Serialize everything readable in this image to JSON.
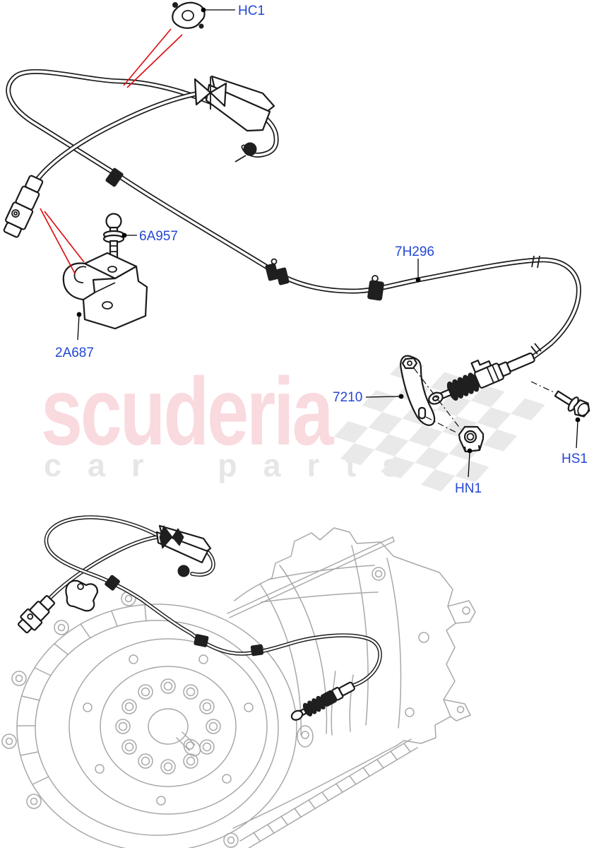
{
  "watermark": {
    "brand": "scuderia",
    "tagline": "car parts",
    "brand_color": "#f9dade",
    "tagline_color": "#e6e6e6",
    "flag_color": "#e9e9e9"
  },
  "callouts": {
    "hc1": {
      "label": "HC1"
    },
    "a6957": {
      "label": "6A957"
    },
    "h7296": {
      "label": "7H296"
    },
    "a2687": {
      "label": "2A687"
    },
    "p7210": {
      "label": "7210"
    },
    "hn1": {
      "label": "HN1"
    },
    "hs1": {
      "label": "HS1"
    }
  },
  "colors": {
    "label_link": "#2447d4",
    "pointer_red": "#dd1111",
    "drawing_black": "#1a1a1a",
    "machine_gray": "#a8a8a8"
  }
}
